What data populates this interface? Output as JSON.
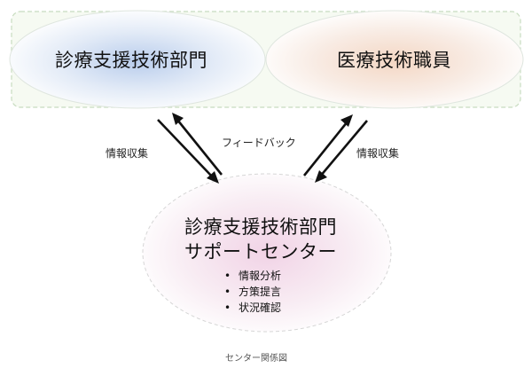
{
  "top_group": {
    "left_node": "診療支援技術部門",
    "right_node": "医療技術職員"
  },
  "arrows": {
    "left_label": "情報収集",
    "center_label": "フィードバック",
    "right_label": "情報収集"
  },
  "bottom_node": {
    "title_line1": "診療支援技術部門",
    "title_line2": "サポートセンター",
    "items": [
      {
        "text": "情報分析"
      },
      {
        "text": "方策提言"
      },
      {
        "text": "状況確認"
      }
    ]
  },
  "caption": "センター関係図",
  "colors": {
    "group_border": "#c8dcc0",
    "group_fill": "#f6faf2",
    "left_glow": "#b9cdec",
    "right_glow": "#f4d7c4",
    "bottom_glow": "#f1d3e6",
    "arrow": "#111111"
  }
}
